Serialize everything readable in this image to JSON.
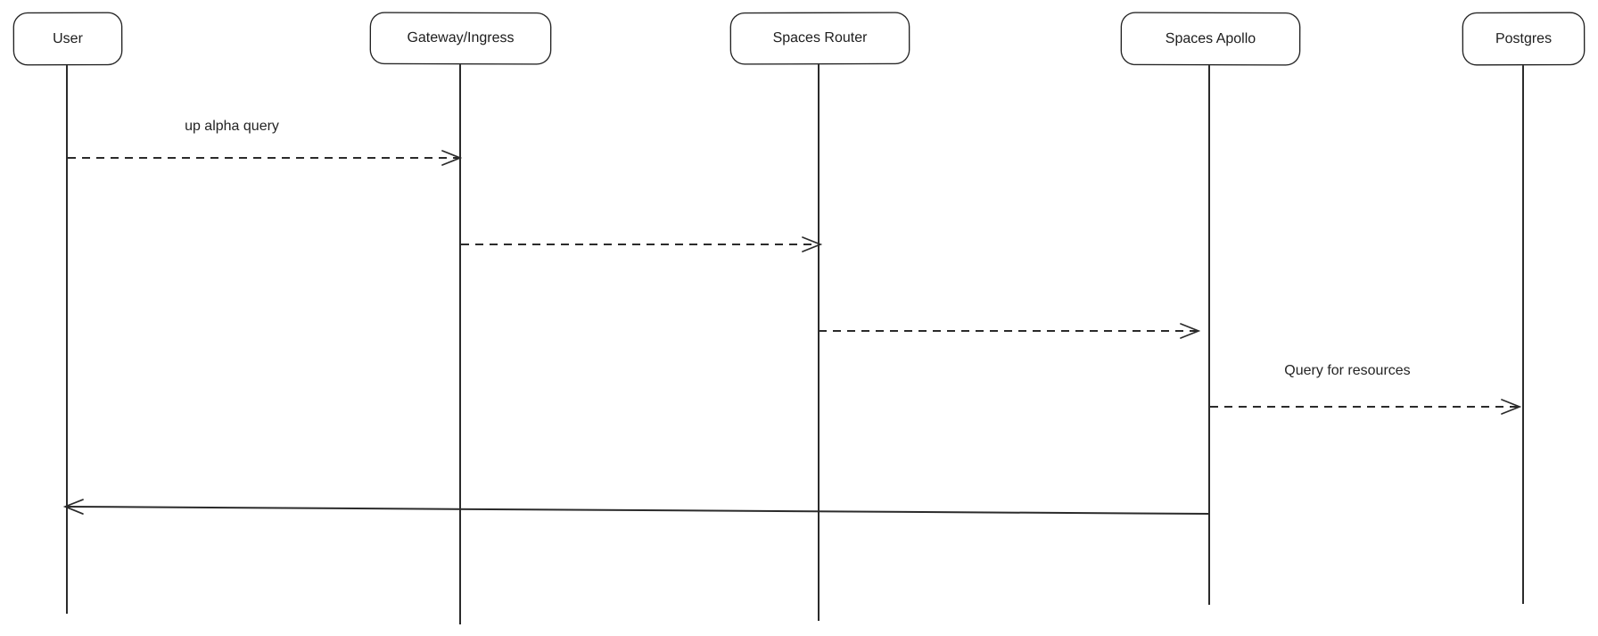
{
  "diagram": {
    "type": "sequence-diagram",
    "style": "hand-drawn",
    "background_color": "#ffffff",
    "stroke_color": "#1f1f1f",
    "text_color": "#242424",
    "actors": [
      {
        "label": "User"
      },
      {
        "label": "Gateway/Ingress"
      },
      {
        "label": "Spaces Router"
      },
      {
        "label": "Spaces Apollo"
      },
      {
        "label": "Postgres"
      }
    ],
    "messages": [
      {
        "from": "User",
        "to": "Gateway/Ingress",
        "label": "up alpha query",
        "line_style": "dashed"
      },
      {
        "from": "Gateway/Ingress",
        "to": "Spaces Router",
        "label": "",
        "line_style": "dashed"
      },
      {
        "from": "Spaces Router",
        "to": "Spaces Apollo",
        "label": "",
        "line_style": "dashed"
      },
      {
        "from": "Spaces Apollo",
        "to": "Postgres",
        "label": "Query for resources",
        "line_style": "dashed"
      },
      {
        "from": "Spaces Apollo",
        "to": "User",
        "label": "",
        "line_style": "solid"
      }
    ]
  }
}
